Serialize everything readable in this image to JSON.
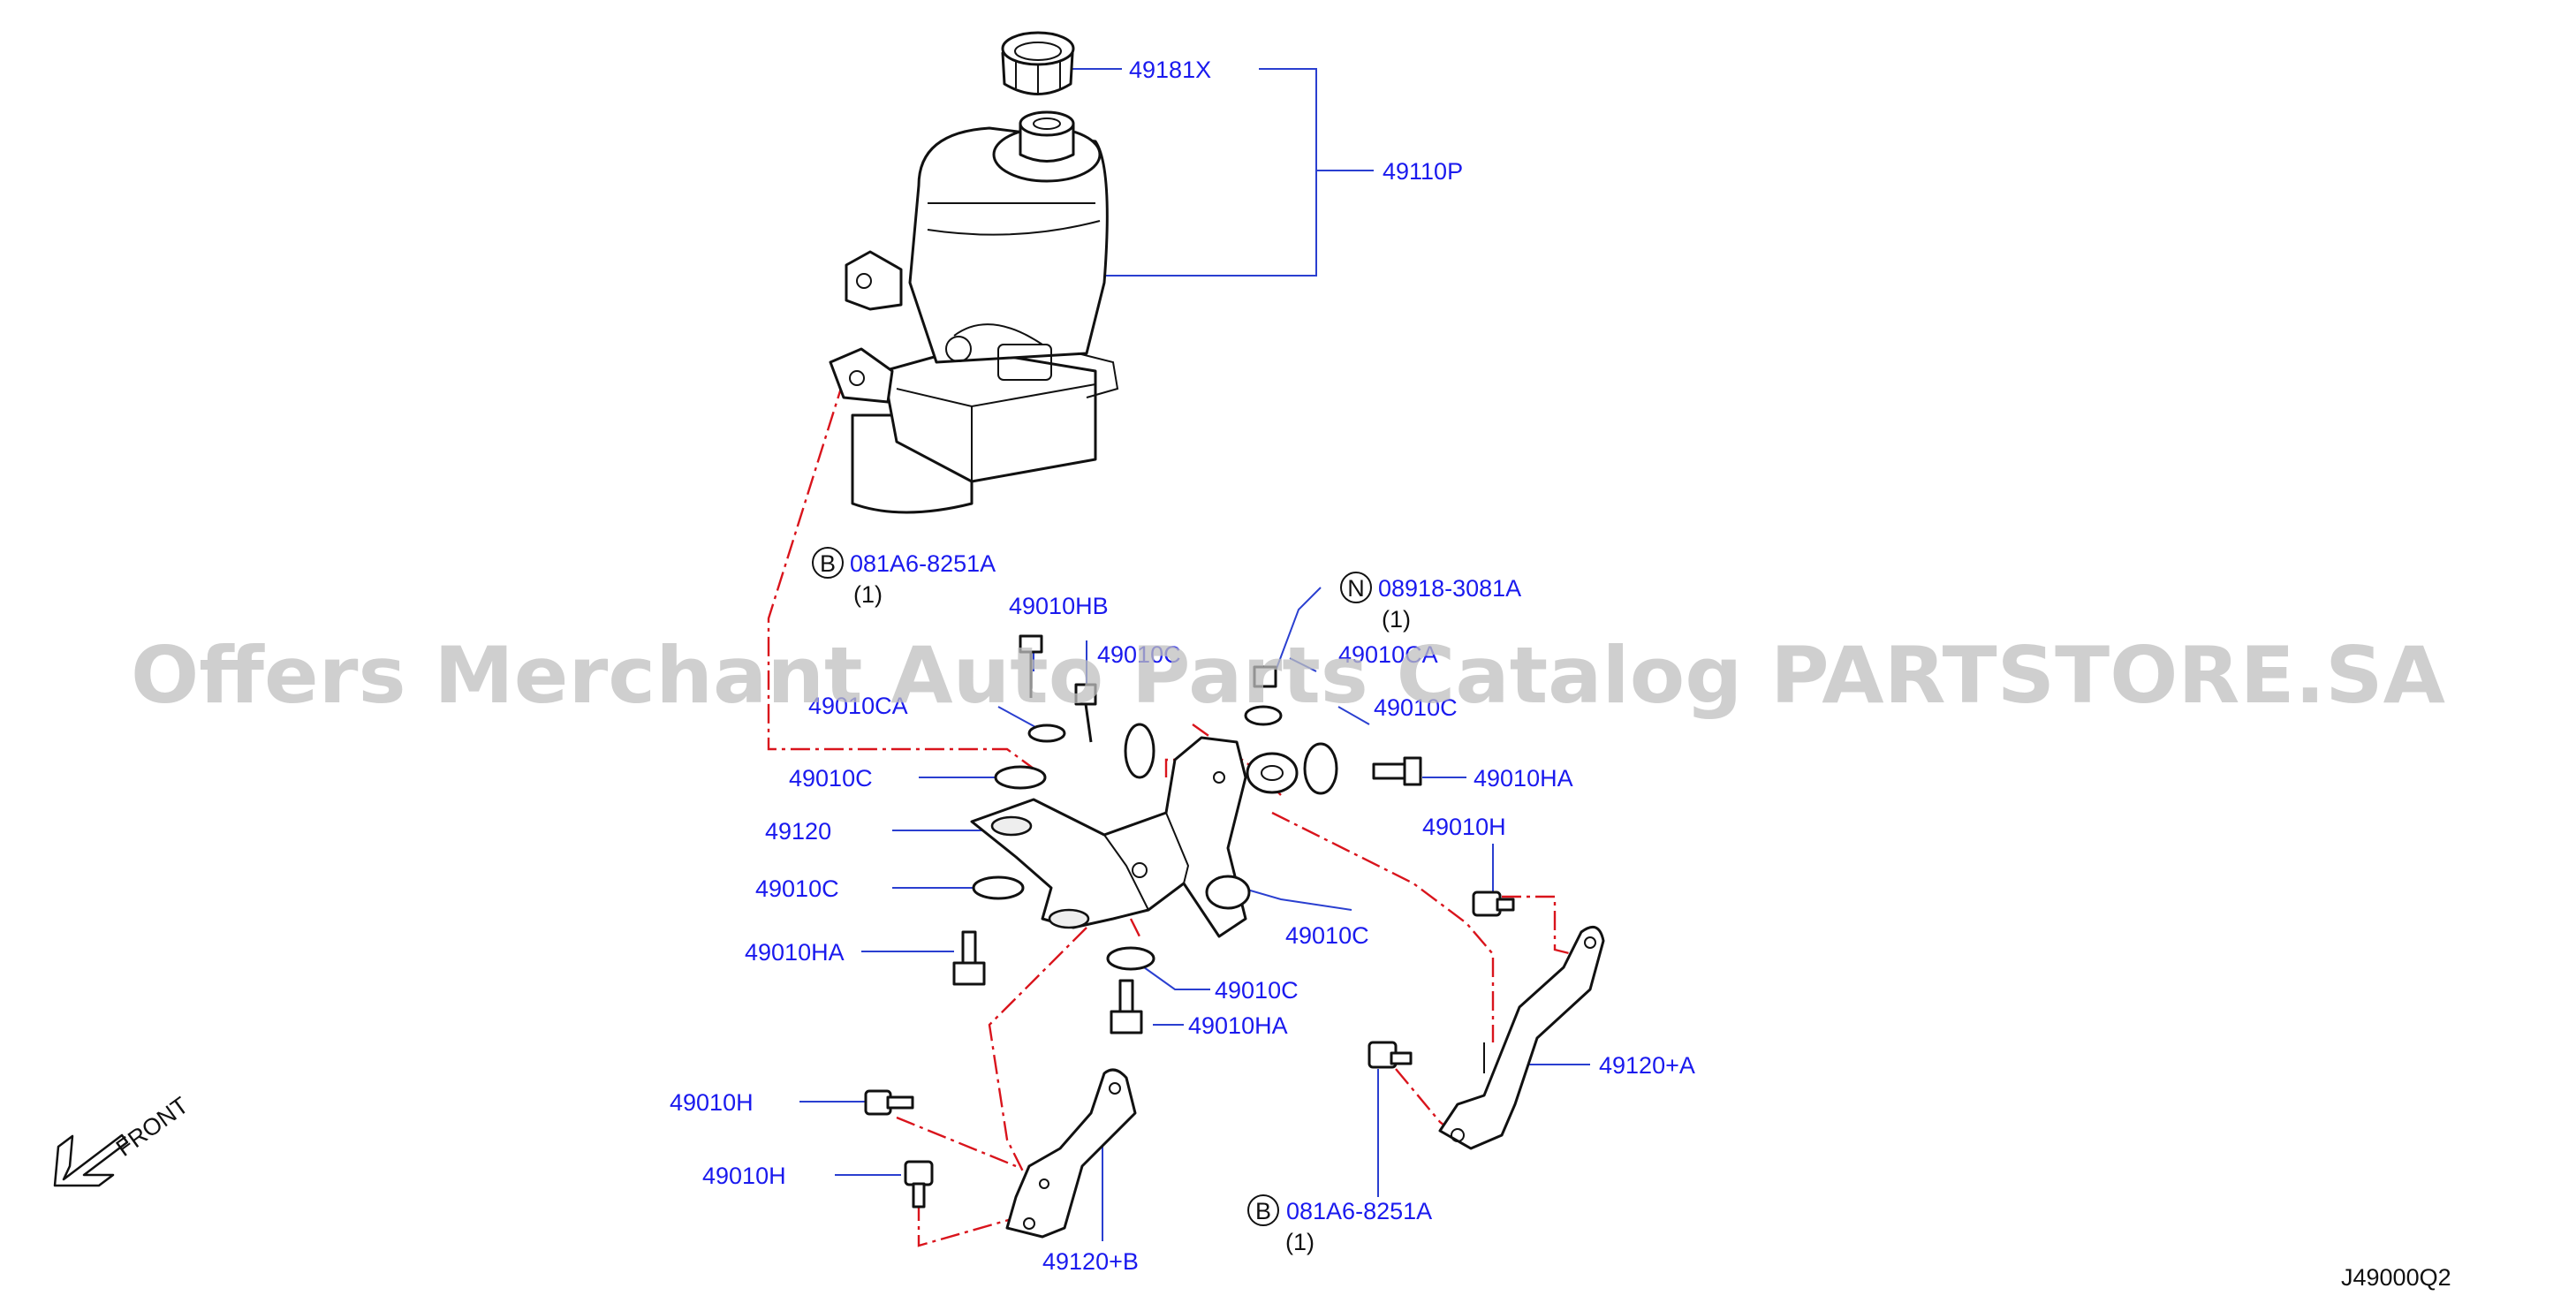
{
  "labels": {
    "cap": "49181X",
    "assembly": "49110P",
    "bolt_b_top": "081A6-8251A",
    "bolt_b_top_qty": "(1)",
    "nut_n": "08918-3081A",
    "nut_n_qty": "(1)",
    "hb": "49010HB",
    "c_top": "49010C",
    "ca_right": "49010CA",
    "c_right": "49010C",
    "ca_left": "49010CA",
    "ha_right": "49010HA",
    "c_left1": "49010C",
    "bracket": "49120",
    "h_right": "49010H",
    "c_left2": "49010C",
    "c_mid_right": "49010C",
    "ha_left": "49010HA",
    "c_lower": "49010C",
    "ha_lower": "49010HA",
    "bracket_a": "49120+A",
    "h_left1": "49010H",
    "h_left2": "49010H",
    "bolt_b_bottom": "081A6-8251A",
    "bolt_b_bottom_qty": "(1)",
    "bracket_b": "49120+B",
    "front": "FRONT",
    "diagram_code": "J49000Q2"
  },
  "badges": {
    "b": "B",
    "n": "N"
  },
  "watermark": "Offers Merchant Auto Parts Catalog PARTSTORE.SA",
  "colors": {
    "label": "#1a1aee",
    "leader": "#2a3fd0",
    "centerline": "#d9141c",
    "part": "#111111"
  },
  "icons": {
    "front_arrow": "arrow-down-left-icon"
  }
}
